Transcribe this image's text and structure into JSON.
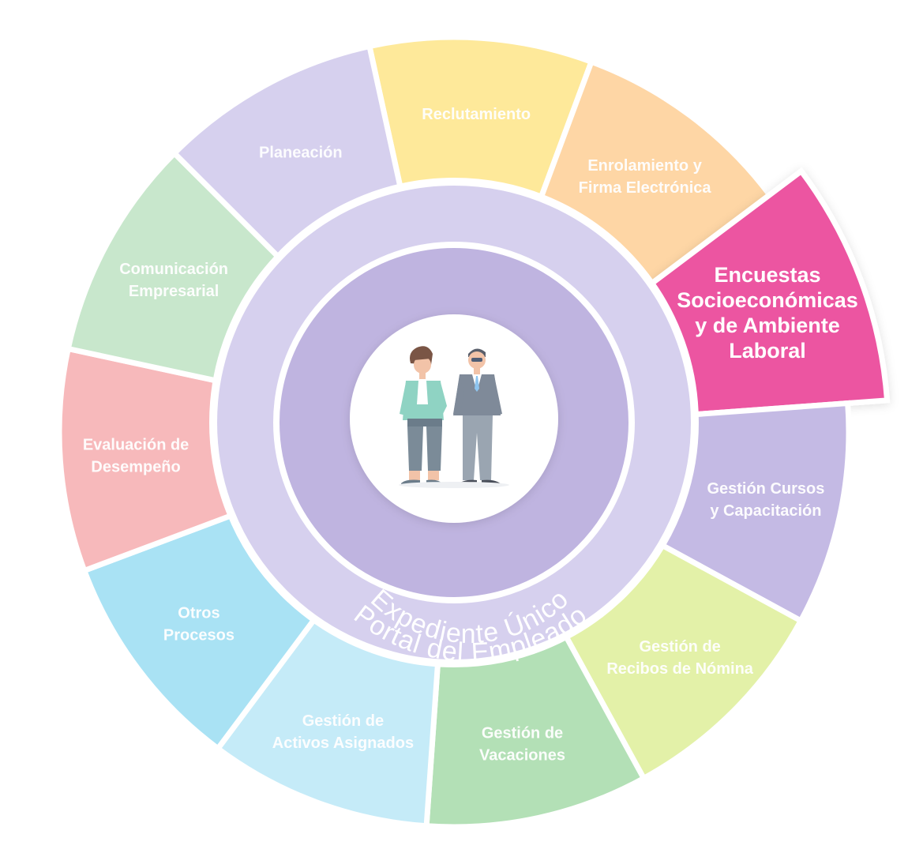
{
  "segments": [
    {
      "id": "reclutamiento",
      "lines": [
        "Reclutamiento"
      ],
      "color": "#fee99a",
      "highlight": false
    },
    {
      "id": "enrolamiento",
      "lines": [
        "Enrolamiento y",
        "Firma Electrónica"
      ],
      "color": "#fed6a5",
      "highlight": false
    },
    {
      "id": "encuestas",
      "lines": [
        "Encuestas",
        "Socioeconómicas",
        "y de Ambiente",
        "Laboral"
      ],
      "color": "#ec54a1",
      "highlight": true
    },
    {
      "id": "cursos",
      "lines": [
        "Gestión Cursos",
        "y Capacitación"
      ],
      "color": "#c4bae4",
      "highlight": false
    },
    {
      "id": "recibos",
      "lines": [
        "Gestión de",
        "Recibos de Nómina"
      ],
      "color": "#e3f1a8",
      "highlight": false
    },
    {
      "id": "vacaciones",
      "lines": [
        "Gestión de",
        "Vacaciones"
      ],
      "color": "#b3e0b6",
      "highlight": false
    },
    {
      "id": "activos",
      "lines": [
        "Gestión de",
        "Activos Asignados"
      ],
      "color": "#c5ebf8",
      "highlight": false
    },
    {
      "id": "otros",
      "lines": [
        "Otros",
        "Procesos"
      ],
      "color": "#a9e2f4",
      "highlight": false
    },
    {
      "id": "evaluacion",
      "lines": [
        "Evaluación de",
        "Desempeño"
      ],
      "color": "#f7b9bb",
      "highlight": false
    },
    {
      "id": "comunicacion",
      "lines": [
        "Comunicación",
        "Empresarial"
      ],
      "color": "#c8e7cc",
      "highlight": false
    },
    {
      "id": "planeacion",
      "lines": [
        "Planeación"
      ],
      "color": "#d6d0ee",
      "highlight": false
    }
  ],
  "outer_ring_label": "Portal del Empleado",
  "inner_ring_label": "Expediente Único",
  "center_icon": "employees-icon"
}
